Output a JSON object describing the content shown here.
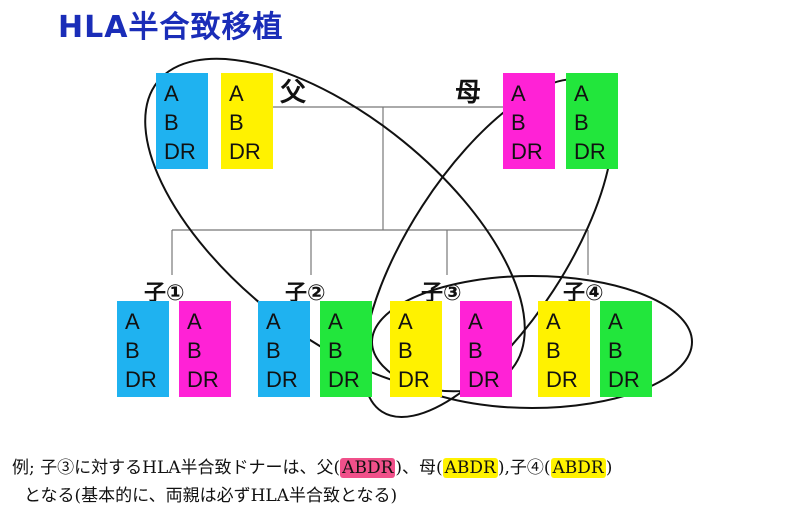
{
  "title": "HLA半合致移植",
  "colors": {
    "title": "#1a2db8",
    "cyan": "#1fb2f0",
    "yellow": "#fff200",
    "magenta": "#ff22d6",
    "green": "#22e63c",
    "father_highlight": "#f0508a",
    "mother_highlight": "#fff200"
  },
  "loci": [
    "A",
    "B",
    "DR"
  ],
  "parents": {
    "father": {
      "label": "父",
      "haplotypes": [
        "cyan",
        "yellow"
      ]
    },
    "mother": {
      "label": "母",
      "haplotypes": [
        "magenta",
        "green"
      ]
    }
  },
  "children": [
    {
      "label": "子①",
      "haplotypes": [
        "cyan",
        "magenta"
      ]
    },
    {
      "label": "子②",
      "haplotypes": [
        "cyan",
        "green"
      ]
    },
    {
      "label": "子③",
      "haplotypes": [
        "yellow",
        "magenta"
      ]
    },
    {
      "label": "子④",
      "haplotypes": [
        "yellow",
        "green"
      ]
    }
  ],
  "note": {
    "line1_prefix": "例; 子③に対するHLA半合致ドナーは、父",
    "father_paren_open": "(",
    "father_value": "ABDR",
    "father_paren_close": ")",
    "sep1": "、母(",
    "mother_value": "ABDR",
    "sep2": "),子④(",
    "child4_value": "ABDR",
    "sep3": ")",
    "line2": "となる(基本的に、両親は必ずHLA半合致となる)"
  }
}
